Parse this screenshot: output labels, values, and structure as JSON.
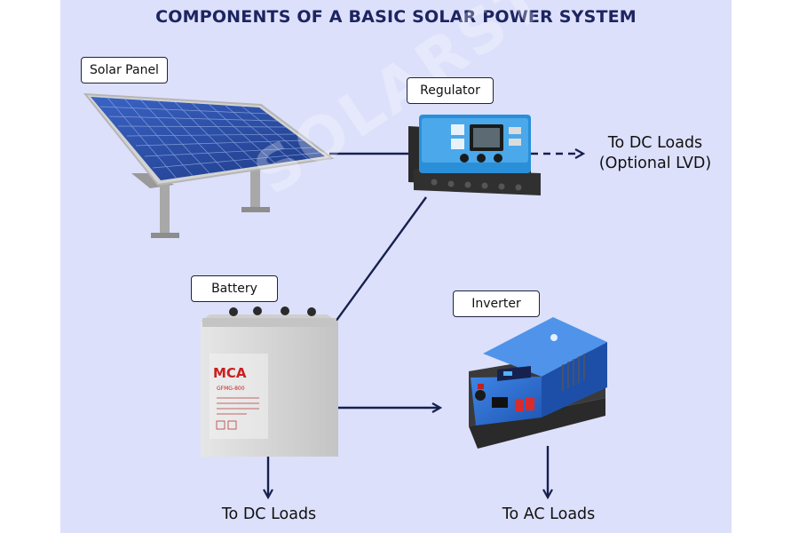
{
  "title": "COMPONENTS OF A BASIC SOLAR POWER SYSTEM",
  "components": {
    "solar_panel": "Solar Panel",
    "regulator": "Regulator",
    "battery": "Battery",
    "inverter": "Inverter"
  },
  "outputs": {
    "regulator_dc_line1": "To DC Loads",
    "regulator_dc_line2": "(Optional LVD)",
    "battery_dc": "To DC Loads",
    "inverter_ac": "To AC Loads"
  },
  "product_marks": {
    "battery_brand": "MCA",
    "battery_model": "GFMG-800"
  },
  "watermark": "SOLARSTONE",
  "colors": {
    "background": "#dde0fb",
    "title": "#1c2560",
    "connector": "#16204e",
    "panel_cell": "#2b4aa0",
    "inverter_body": "#2d6fd0",
    "regulator_body": "#2a8fd9",
    "battery_body": "#d9d9d9"
  },
  "icons": [
    "solar-panel-icon",
    "charge-regulator-icon",
    "battery-icon",
    "inverter-icon"
  ]
}
